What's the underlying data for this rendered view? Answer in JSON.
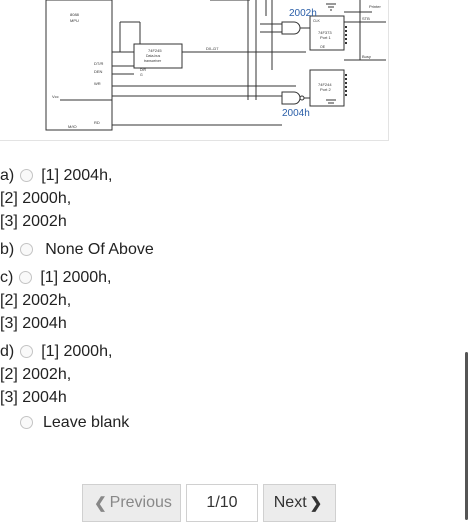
{
  "figure": {
    "label_top": "2002h",
    "label_bottom": "2004h",
    "chips": {
      "cpu": [
        "8088",
        "MPU"
      ],
      "transceiver": [
        "74F245",
        "Data-bus",
        "transceiver"
      ],
      "latch_top": [
        "74F373",
        "Port 1"
      ],
      "latch_bottom": [
        "74F244",
        "Port 2"
      ]
    },
    "signals": {
      "dtr": "DT/R",
      "den": "DEN",
      "wr": "WR",
      "rd": "RD",
      "mio": "M/IO",
      "vcc": "Vcc",
      "dbus": "D0–D7",
      "clk": "CLK",
      "oe": "OE",
      "dir": "DIR",
      "g": "G",
      "printer": "Printer",
      "stb": "STB",
      "busy": "Busy"
    }
  },
  "options": [
    {
      "letter": "a)",
      "lines": [
        "[1] 2004h,",
        "[2] 2000h,",
        "[3] 2002h"
      ]
    },
    {
      "letter": "b)",
      "lines": [
        "None Of Above"
      ]
    },
    {
      "letter": "c)",
      "lines": [
        "[1] 2000h,",
        "[2] 2002h,",
        "[3] 2004h"
      ]
    },
    {
      "letter": "d)",
      "lines": [
        "[1] 2000h,",
        "[2] 2002h,",
        "[3] 2004h"
      ]
    }
  ],
  "leave_blank": "Leave blank",
  "pager": {
    "previous": "Previous",
    "page": "1/10",
    "next": "Next"
  },
  "icons": {
    "previous": "chevron-left-icon",
    "next": "chevron-right-icon",
    "radio": "radio-circle-icon"
  }
}
